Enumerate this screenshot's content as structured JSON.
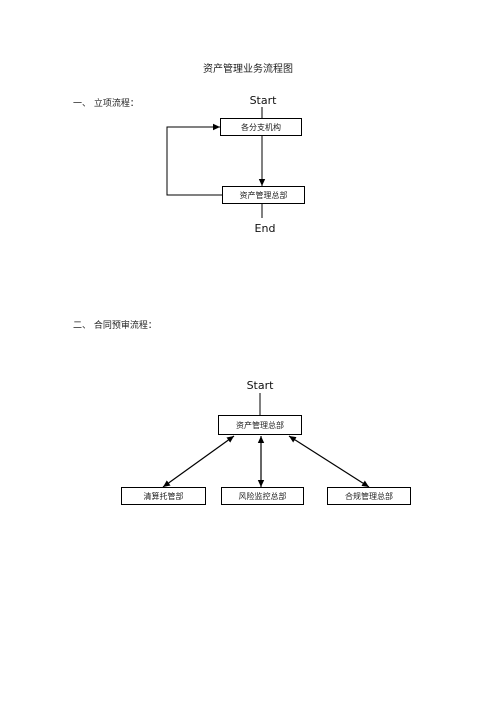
{
  "title": "资产管理业务流程图",
  "sections": [
    {
      "heading": "一、 立项流程：",
      "start_label": "Start",
      "end_label": "End",
      "nodes": [
        "各分支机构",
        "资产管理总部"
      ]
    },
    {
      "heading": "二、 合同预审流程：",
      "start_label": "Start",
      "hub": "资产管理总部",
      "nodes": [
        "清算托管部",
        "风险监控总部",
        "合规管理总部"
      ]
    }
  ]
}
